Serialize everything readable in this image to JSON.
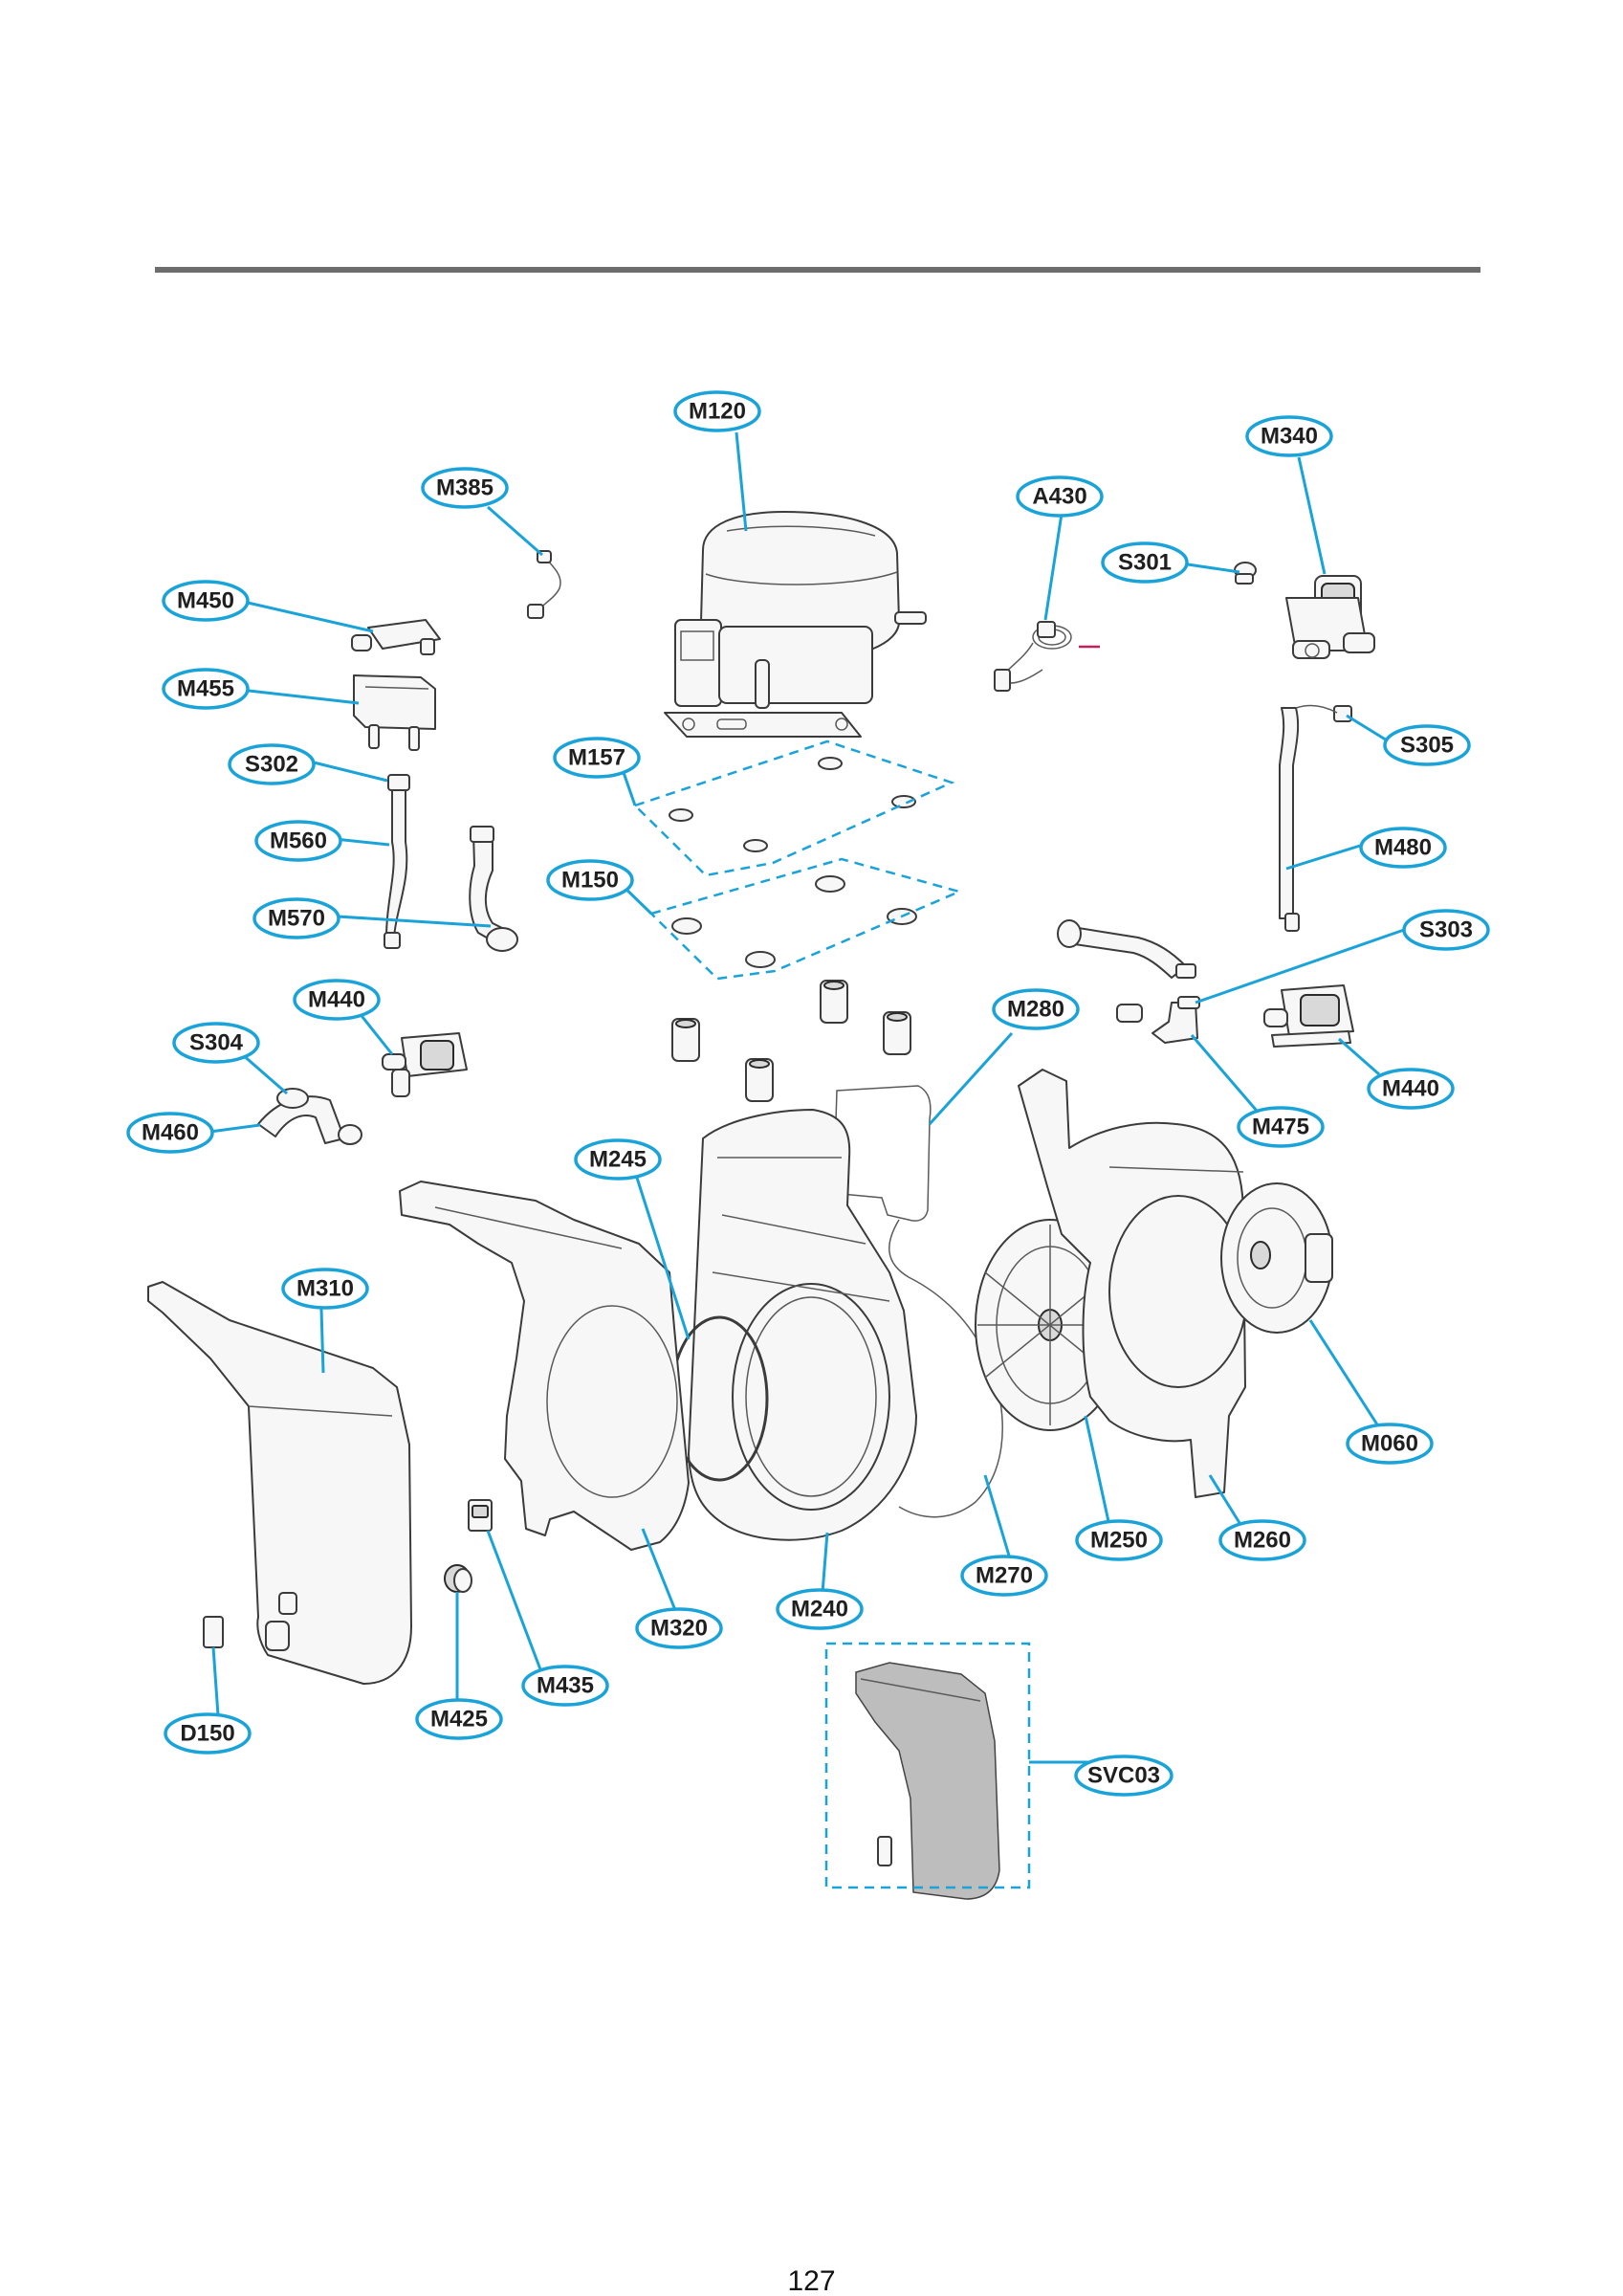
{
  "page": {
    "number": "127"
  },
  "colors": {
    "accent": "#1aa3d9",
    "rule": "#6d6d6d",
    "part_outline": "#3b3b3b"
  },
  "callouts": {
    "M120": "M120",
    "M340": "M340",
    "M385": "M385",
    "A430": "A430",
    "S301": "S301",
    "M450": "M450",
    "M455": "M455",
    "S305": "S305",
    "S302": "S302",
    "M157": "M157",
    "M480": "M480",
    "M560": "M560",
    "M150": "M150",
    "M570": "M570",
    "S303": "S303",
    "M440_left": "M440",
    "M280": "M280",
    "S304": "S304",
    "M440_right": "M440",
    "M460": "M460",
    "M475": "M475",
    "M245": "M245",
    "M310": "M310",
    "M060": "M060",
    "M250": "M250",
    "M260": "M260",
    "M270": "M270",
    "M240": "M240",
    "M320": "M320",
    "M435": "M435",
    "D150": "D150",
    "M425": "M425",
    "SVC03": "SVC03"
  }
}
